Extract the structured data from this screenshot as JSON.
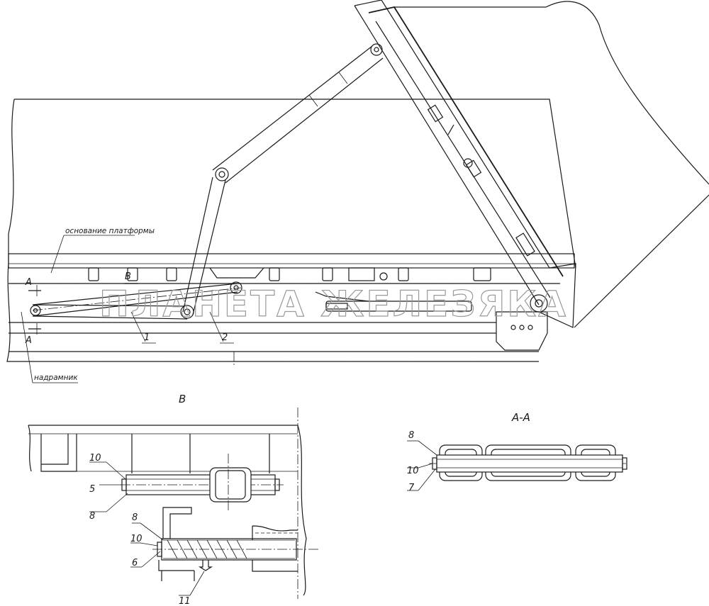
{
  "labels": {
    "platform_base": "основание платформы",
    "subframe": "надрамник",
    "view_b_title": "В",
    "section_title": "А-А",
    "section_mark_top": "А",
    "section_mark_bottom": "А",
    "view_b_mark": "В"
  },
  "callouts": {
    "main": [
      "1",
      "2"
    ],
    "view_b": [
      "10",
      "5",
      "8",
      "8",
      "10",
      "6",
      "11"
    ],
    "section": [
      "8",
      "10",
      "7"
    ]
  },
  "watermark": "ПЛАНЕТА ЖЕЛЕЗЯКА"
}
